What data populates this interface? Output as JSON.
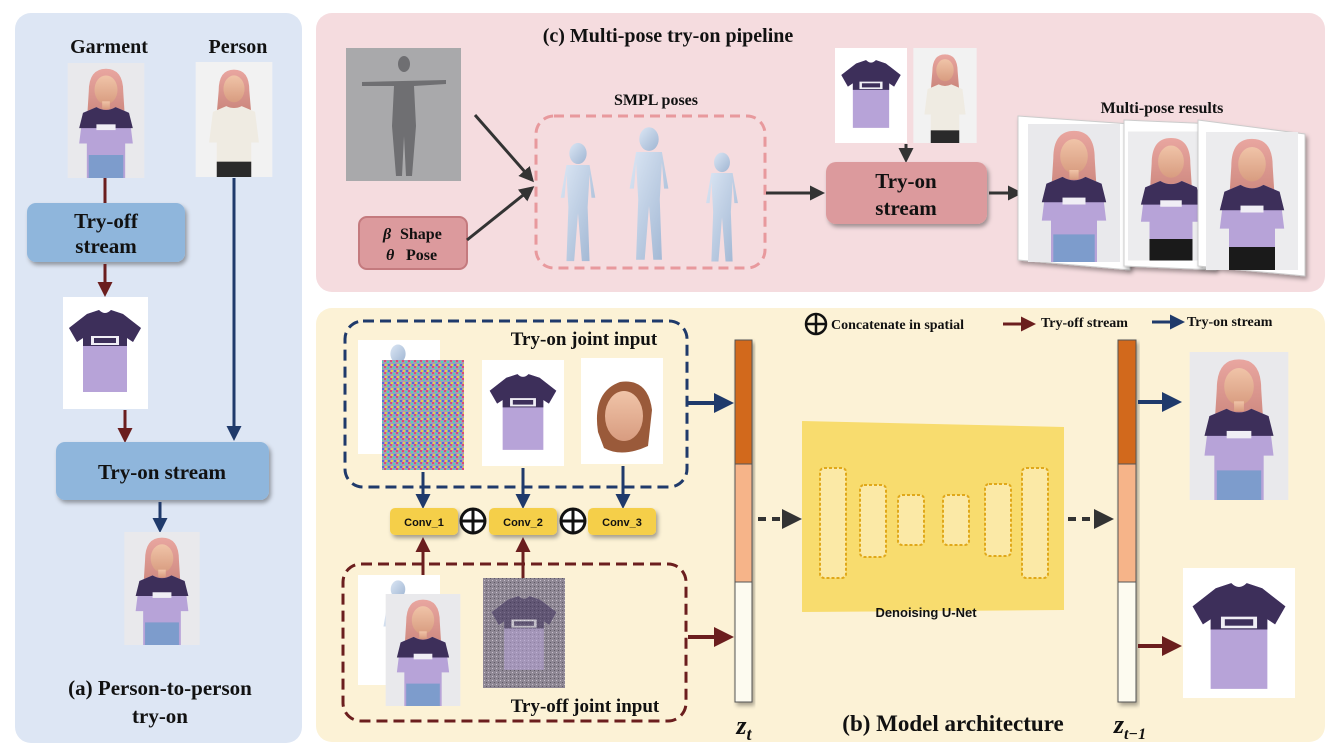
{
  "panel_a": {
    "caption": "(a) Person-to-person try-on",
    "caption_line1": "(a) Person-to-person",
    "caption_line2": "try-on",
    "garment_label": "Garment",
    "person_label": "Person",
    "tryoff_line1": "Try-off",
    "tryoff_line2": "stream",
    "tryon_label": "Try-on stream"
  },
  "panel_c": {
    "title": "(c) Multi-pose try-on pipeline",
    "smpl_label": "SMPL poses",
    "shape_label": "β Shape",
    "pose_label": "θ Pose",
    "shape_symbol": "β",
    "shape_word": "Shape",
    "pose_symbol": "θ",
    "pose_word": "Pose",
    "stream_line1": "Try-on",
    "stream_line2": "stream",
    "results_label": "Multi-pose results"
  },
  "panel_b": {
    "caption": "(b) Model architecture",
    "tryon_input_label": "Try-on joint input",
    "tryoff_input_label": "Try-off joint input",
    "conv1": "Conv_1",
    "conv2": "Conv_2",
    "conv3": "Conv_3",
    "unet_label": "Denoising U-Net",
    "legend_concat": "Concatenate in spatial",
    "legend_tryoff": "Try-off stream",
    "legend_tryon": "Try-on stream",
    "zt_label": "zt",
    "zt_base": "z",
    "zt_sub": "t",
    "zt1_base": "z",
    "zt1_sub": "t−1"
  },
  "colors": {
    "tryoff_arrow": "#6b1e1e",
    "tryon_arrow": "#1f3a6b",
    "panel_a_bg": "#dde6f4",
    "panel_c_bg": "#f5dcdf",
    "panel_b_bg": "#fcf2d6",
    "stream_box_blue": "#8fb6dc",
    "stream_box_pink": "#dc9a9d",
    "conv_yellow": "#f5cf4a",
    "unet_yellow": "#f8dc6e",
    "latent_dark": "#d2691e",
    "latent_light": "#f6b489",
    "latent_white": "#fdfbf0"
  }
}
